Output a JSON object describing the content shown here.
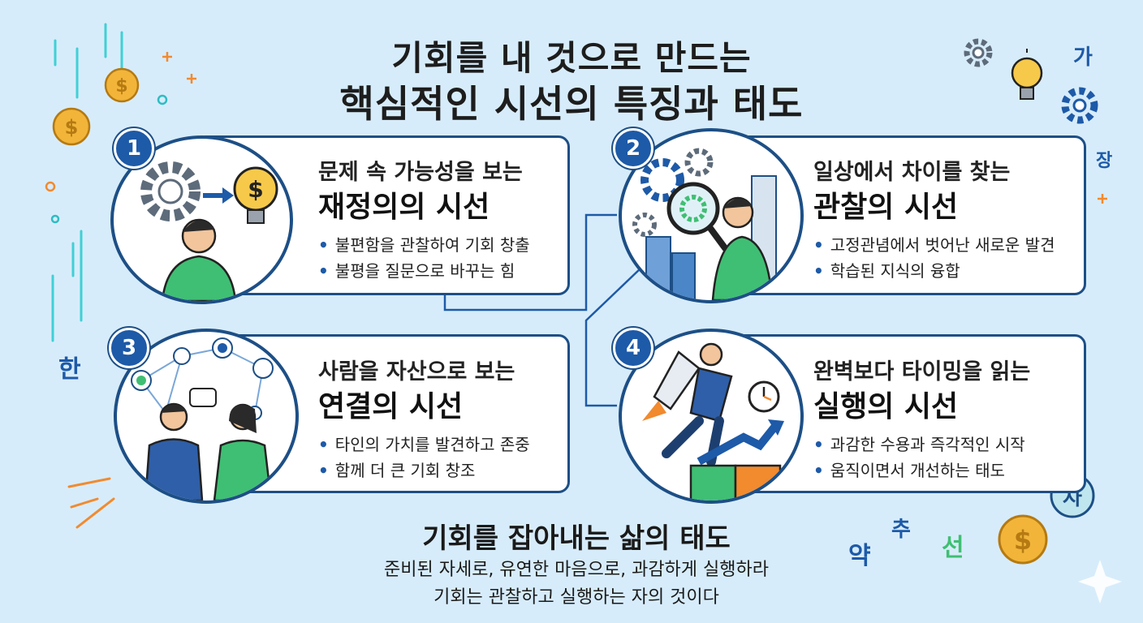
{
  "title": {
    "line1": "기회를 내 것으로 만드는",
    "line2": "핵심적인 시선의 특징과 태도"
  },
  "cards": [
    {
      "number": "1",
      "subtitle": "문제 속 가능성을 보는",
      "heading": "재정의의 시선",
      "bullets": [
        "불편함을 관찰하여 기회 창출",
        "불평을 질문으로 바꾸는 힘"
      ]
    },
    {
      "number": "2",
      "subtitle": "일상에서 차이를 찾는",
      "heading": "관찰의 시선",
      "bullets": [
        "고정관념에서 벗어난 새로운 발견",
        "학습된 지식의 융합"
      ]
    },
    {
      "number": "3",
      "subtitle": "사람을 자산으로 보는",
      "heading": "연결의 시선",
      "bullets": [
        "타인의 가치를 발견하고 존중",
        "함께 더 큰 기회 창조"
      ]
    },
    {
      "number": "4",
      "subtitle": "완벽보다 타이밍을 읽는",
      "heading": "실행의 시선",
      "bullets": [
        "과감한 수용과 즉각적인 시작",
        "움직이면서 개선하는 태도"
      ]
    }
  ],
  "bottom": {
    "title": "기회를 잡아내는 삶의 태도",
    "line1": "준비된 자세로, 유연한 마음으로, 과감하게 실행하라",
    "line2": "기회는 관찰하고 실행하는 자의 것이다"
  },
  "decor": {
    "coin_symbol": "$",
    "letters": [
      "가",
      "장",
      "한",
      "약",
      "추",
      "선",
      "자"
    ]
  },
  "colors": {
    "accent": "#1d5aa8",
    "border": "#1d4f86",
    "green": "#3fbf73",
    "gold": "#f2b53a",
    "background": "#d7ecfa"
  }
}
